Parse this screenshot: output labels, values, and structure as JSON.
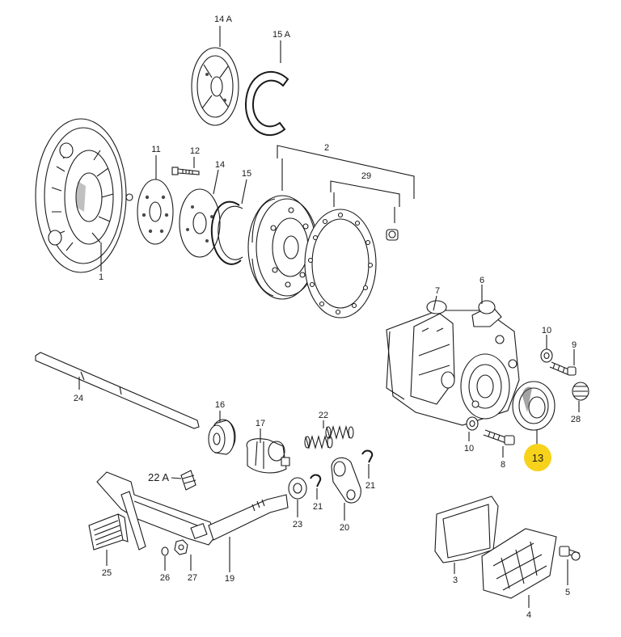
{
  "diagram": {
    "labels": {
      "p1": "1",
      "p2": "2",
      "p3": "3",
      "p4": "4",
      "p5": "5",
      "p6": "6",
      "p7": "7",
      "p8": "8",
      "p9": "9",
      "p10a": "10",
      "p10b": "10",
      "p11": "11",
      "p12": "12",
      "p13": "13",
      "p14": "14",
      "p14a": "14 A",
      "p15": "15",
      "p15a": "15 A",
      "p16": "16",
      "p17": "17",
      "p19": "19",
      "p20": "20",
      "p21a": "21",
      "p21b": "21",
      "p22": "22",
      "p22a": "22 A",
      "p23": "23",
      "p24": "24",
      "p25": "25",
      "p26": "26",
      "p27": "27",
      "p28": "28",
      "p29": "29"
    },
    "highlight": {
      "part": "13",
      "color": "#f7d21a"
    }
  }
}
